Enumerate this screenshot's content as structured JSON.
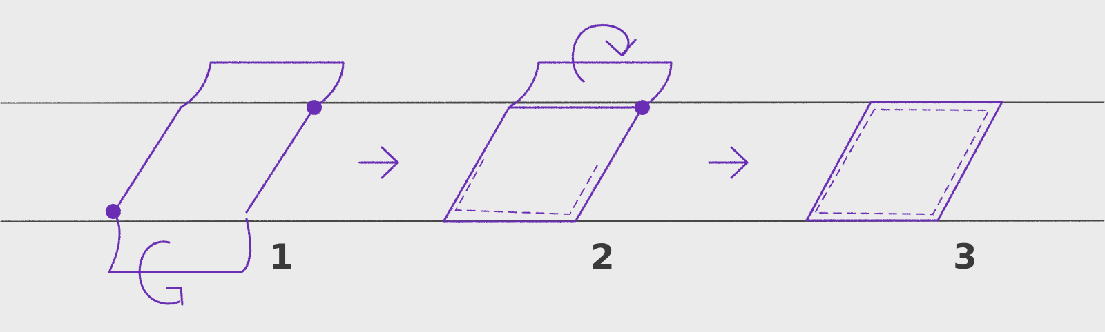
{
  "diagram": {
    "steps": [
      {
        "label": "1"
      },
      {
        "label": "2"
      },
      {
        "label": "3"
      }
    ],
    "colors": {
      "background": "#ebebeb",
      "ink": "#6a2fb5",
      "guide": "#474747",
      "label": "#3a3a3a"
    },
    "icons": [
      "arrow-right-icon",
      "rotate-arrow-icon",
      "anchor-dot-icon"
    ]
  }
}
